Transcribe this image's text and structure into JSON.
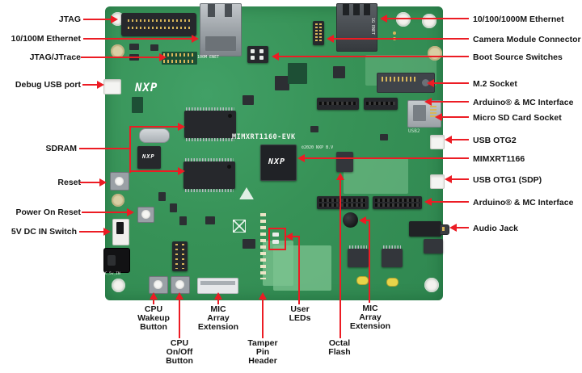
{
  "colors": {
    "annotation_red": "#ec1c24",
    "board_green": "#379257",
    "chip_dark": "#26282c",
    "label_text": "#151515"
  },
  "annotations": {
    "left": [
      {
        "label": "JTAG"
      },
      {
        "label": "10/100M Ethernet"
      },
      {
        "label": "JTAG/JTrace"
      },
      {
        "label": "Debug USB port"
      },
      {
        "label": "SDRAM"
      },
      {
        "label": "Reset"
      },
      {
        "label": "Power On Reset"
      },
      {
        "label": "5V DC IN Switch"
      }
    ],
    "right": [
      {
        "label": "10/100/1000M Ethernet"
      },
      {
        "label": "Camera Module Connector"
      },
      {
        "label": "Boot Source Switches"
      },
      {
        "label": "M.2 Socket"
      },
      {
        "label": "Arduino® & MC Interface"
      },
      {
        "label": "Micro SD Card Socket"
      },
      {
        "label": "USB OTG2"
      },
      {
        "label": "MIMXRT1166"
      },
      {
        "label": "USB OTG1 (SDP)"
      },
      {
        "label": "Arduino® & MC Interface"
      },
      {
        "label": "Audio Jack"
      }
    ],
    "bottom": [
      {
        "lines": [
          "CPU",
          "Wakeup",
          "Button"
        ]
      },
      {
        "lines": [
          "CPU",
          "On/Off",
          "Button"
        ]
      },
      {
        "lines": [
          "MIC",
          "Array",
          "Extension"
        ]
      },
      {
        "lines": [
          "Tamper",
          "Pin",
          "Header"
        ]
      },
      {
        "lines": [
          "User",
          "LEDs"
        ]
      },
      {
        "lines": [
          "Octal",
          "Flash"
        ]
      },
      {
        "lines": [
          "MIC",
          "Array",
          "Extension"
        ]
      }
    ]
  },
  "board_silkscreen": {
    "title": "MIMXRT1160-EVK",
    "nxp_logo": "NXP",
    "cpu_logo": "NXP",
    "sdram_chip_logo": "NXP",
    "copyright": "©2020 NXP B.V",
    "eth_100m": "100M ENET",
    "eth_1g": "1G ENET",
    "usb2": "USB2",
    "dc_in": "DC_5v_IN"
  }
}
